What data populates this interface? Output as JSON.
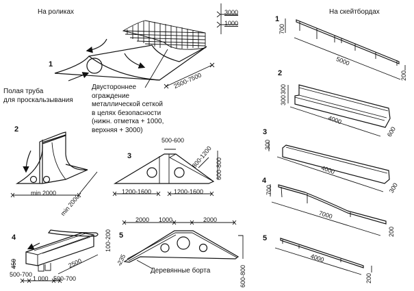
{
  "sections": {
    "rollers_title": "На роликах",
    "skateboards_title": "На скейтбордах"
  },
  "legend_levels": {
    "upper": "3000",
    "lower": "1000"
  },
  "rollers": {
    "item1": {
      "number": "1",
      "dim_width": "2500-7500",
      "label_pipe": "Полая труба\nдля проскальзывания",
      "label_fence": "Двустороннее\nограждение\nметаллической сеткой\nв целях безопасности\n(нижн. отметка + 1000,\nверхняя + 3000)"
    },
    "item2": {
      "number": "2",
      "dim_length": "min 2000",
      "dim_depth": "min 2000"
    },
    "item3": {
      "number": "3",
      "dim_top": "500-600",
      "dim_slope": "800-1200",
      "dim_height": "600-800",
      "dim_left": "1200-1600",
      "dim_right": "1200-1600"
    },
    "item4": {
      "number": "4",
      "dim_height": "450",
      "dim_rail": "100-200",
      "dim_length": "2500",
      "dim_left": "500-700",
      "dim_mid": "1 000",
      "dim_right": "500-700"
    },
    "item5": {
      "number": "5",
      "dim_a": "2000",
      "dim_b": "1000",
      "dim_c": "2000",
      "dim_side": "235",
      "dim_height": "600-800",
      "label_boards": "Деревянные борта"
    }
  },
  "skateboards": {
    "item1": {
      "number": "1",
      "dim_height": "700",
      "dim_length": "5000",
      "dim_end": "200"
    },
    "item2": {
      "number": "2",
      "dim_h1": "300",
      "dim_h2": "300",
      "dim_length": "4000",
      "dim_width": "600"
    },
    "item3": {
      "number": "3",
      "dim_height": "300",
      "dim_length": "4000",
      "dim_width": "300"
    },
    "item4": {
      "number": "4",
      "dim_height": "700",
      "dim_length": "7000",
      "dim_end": "200"
    },
    "item5": {
      "number": "5",
      "dim_length": "4000",
      "dim_end": "200"
    }
  }
}
